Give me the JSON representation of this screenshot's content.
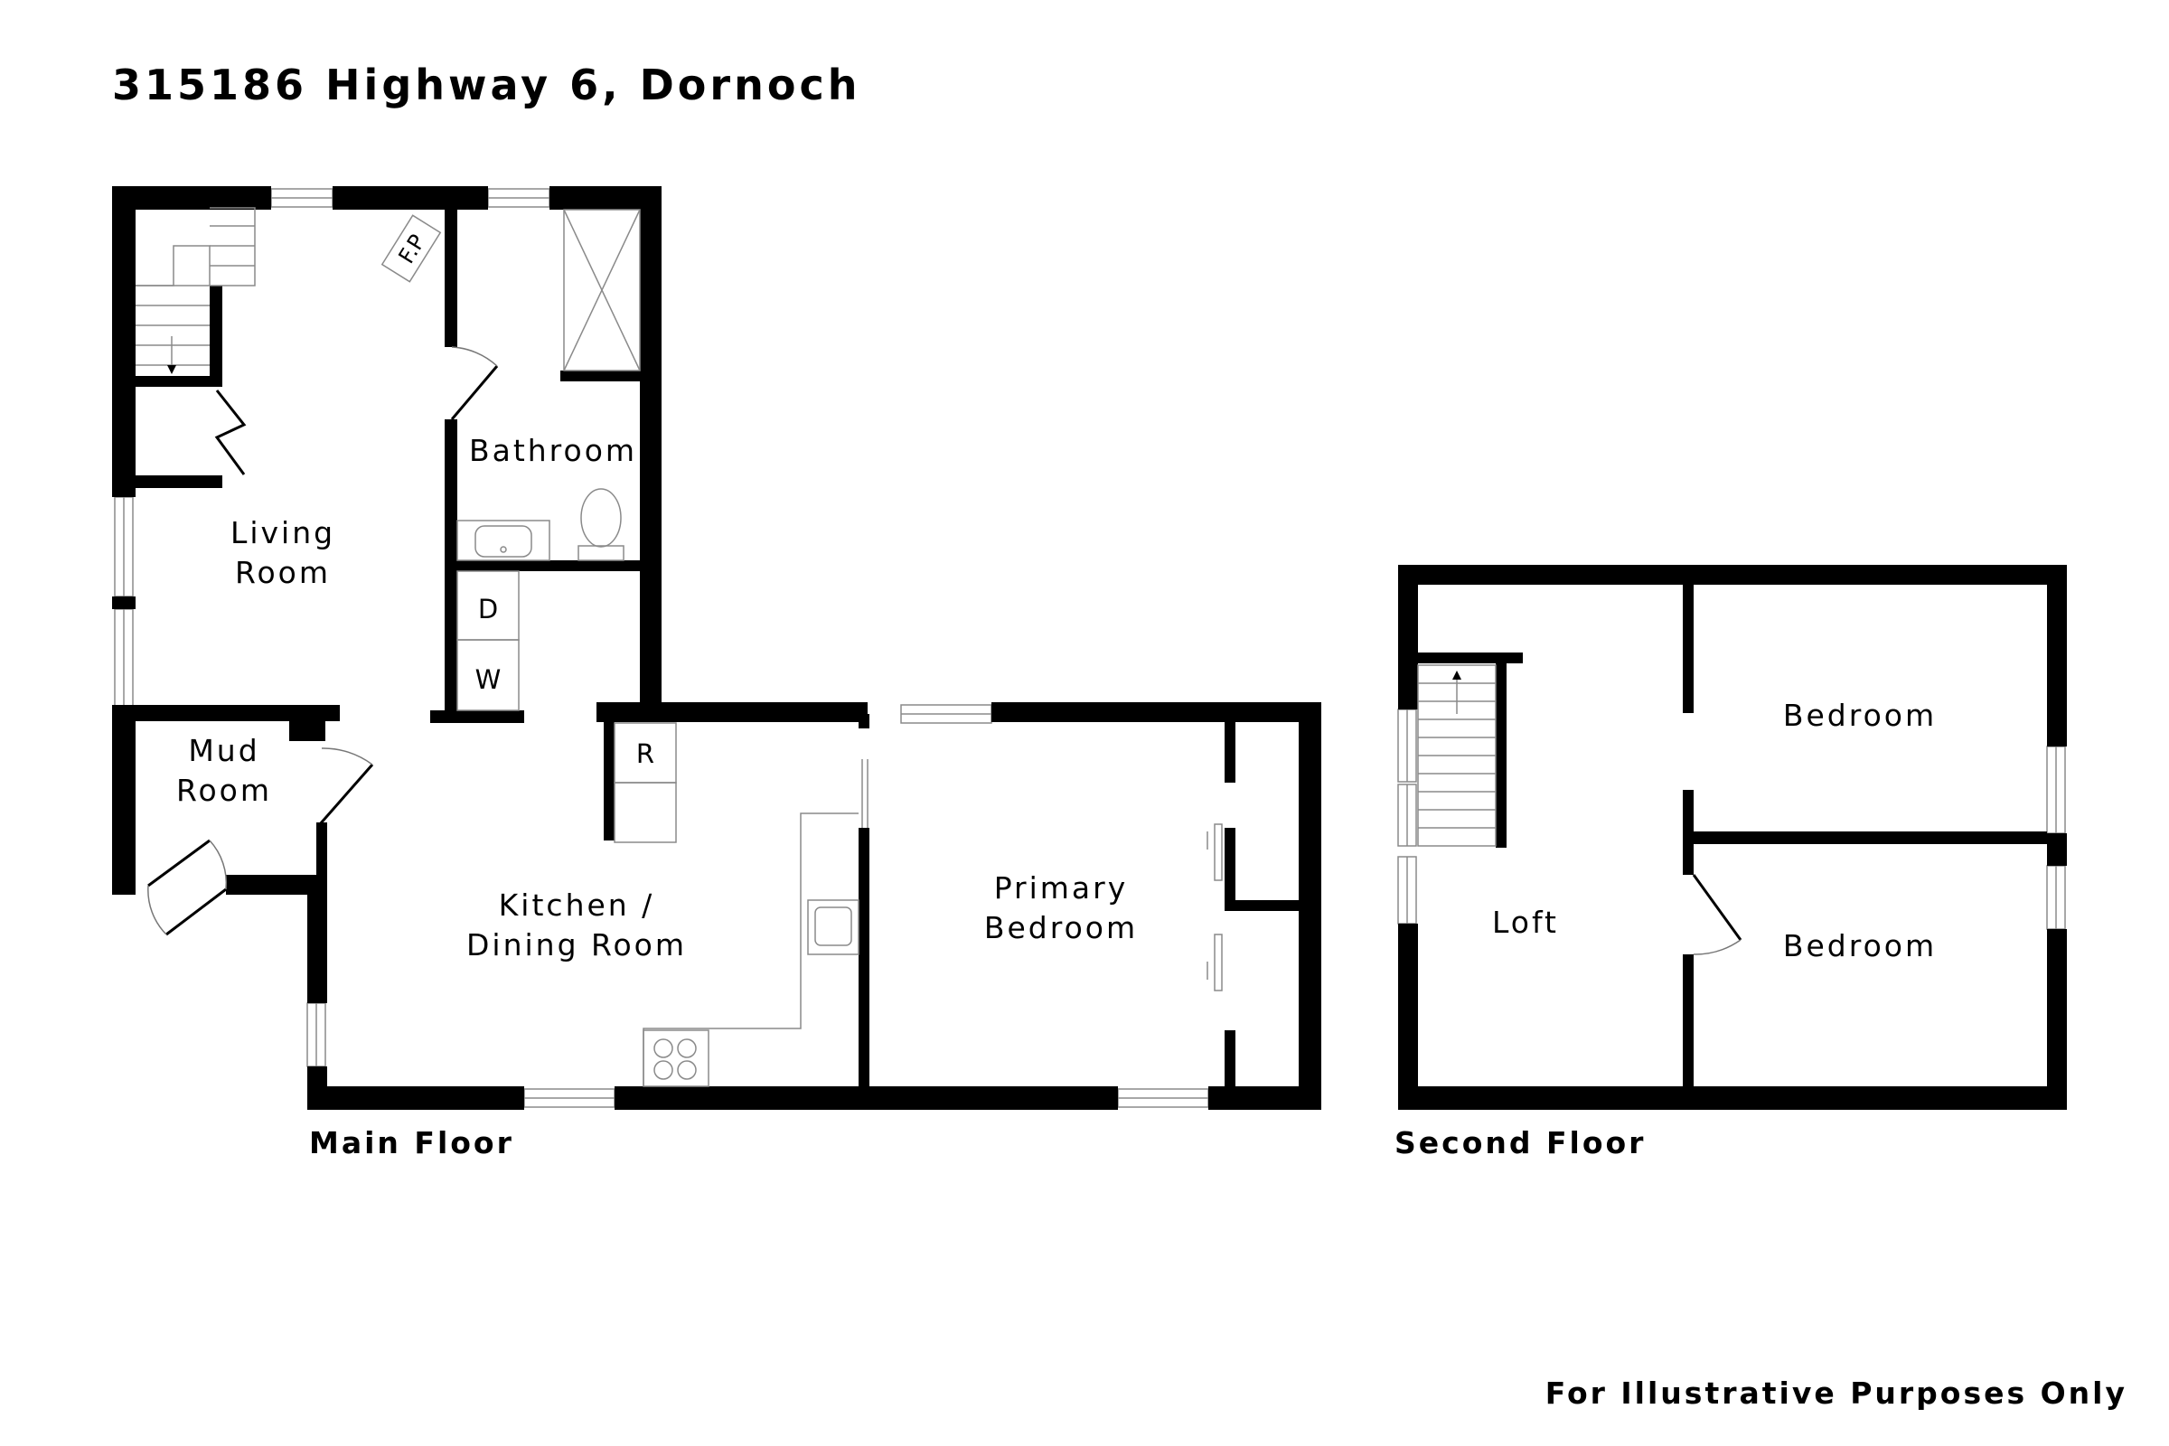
{
  "title": "315186 Highway 6, Dornoch",
  "disclaimer": "For Illustrative Purposes Only",
  "floors": {
    "main": {
      "caption": "Main Floor",
      "rooms": {
        "living_line1": "Living",
        "living_line2": "Room",
        "bathroom": "Bathroom",
        "mud_line1": "Mud",
        "mud_line2": "Room",
        "kitchen_line1": "Kitchen /",
        "kitchen_line2": "Dining Room",
        "primary_line1": "Primary",
        "primary_line2": "Bedroom"
      },
      "labels": {
        "fireplace": "F.P",
        "dryer": "D",
        "washer": "W",
        "refrigerator": "R"
      }
    },
    "second": {
      "caption": "Second Floor",
      "rooms": {
        "loft": "Loft",
        "bedroom_upper": "Bedroom",
        "bedroom_lower": "Bedroom"
      }
    }
  }
}
